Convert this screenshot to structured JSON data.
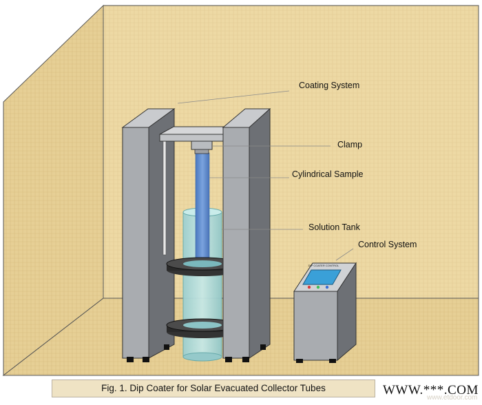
{
  "labels": {
    "coating_system": "Coating System",
    "clamp": "Clamp",
    "cylindrical_sample": "Cylindrical Sample",
    "solution_tank": "Solution Tank",
    "control_system": "Control System"
  },
  "control_panel": {
    "screen_title": "DIP COATER CONTROL"
  },
  "caption": "Fig. 1. Dip Coater for Solar Evacuated Collector Tubes",
  "watermark": "WWW.***.COM",
  "watermark_sub": "www.etdoor.com",
  "colors": {
    "room_wall": "#edd9a4",
    "room_floor": "#e6cf95",
    "pillar_front": "#a9acb0",
    "pillar_side": "#6d7075",
    "sample": "#5b86c9",
    "tank": "#a8d6d6",
    "screen": "#3aa0d8"
  }
}
